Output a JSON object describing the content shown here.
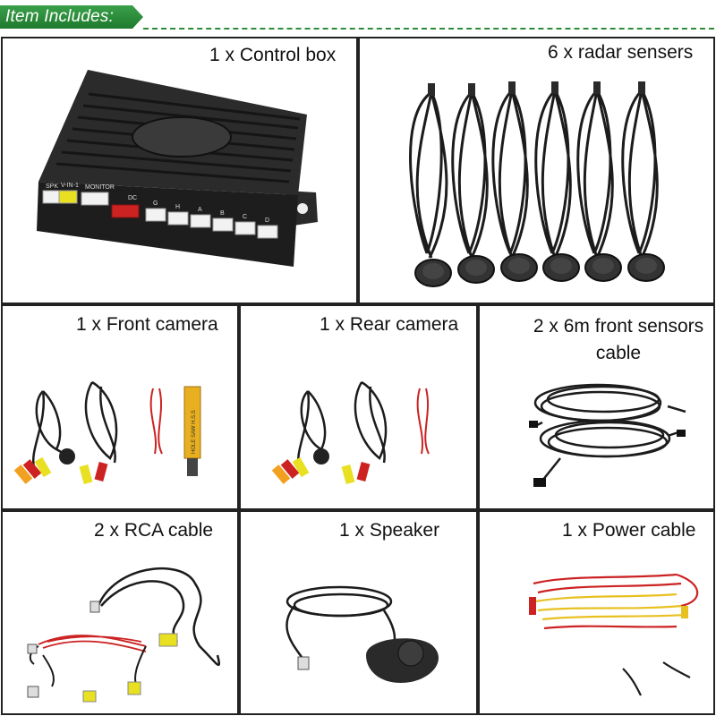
{
  "header": {
    "title": "Item Includes:"
  },
  "items": [
    {
      "label": "1 x Control box",
      "connector_labels": [
        "SPK",
        "V-IN-1",
        "MONITOR",
        "DC",
        "G",
        "H",
        "A",
        "B",
        "C",
        "D"
      ]
    },
    {
      "label": "6 x radar sensers"
    },
    {
      "label": "1 x Front camera",
      "box_text": "HOLE SAW H.S.S"
    },
    {
      "label": "1 x Rear camera"
    },
    {
      "label": "2 x 6m front sensors cable"
    },
    {
      "label": "2 x RCA cable"
    },
    {
      "label": "1 x Speaker"
    },
    {
      "label": "1 x Power cable"
    }
  ]
}
